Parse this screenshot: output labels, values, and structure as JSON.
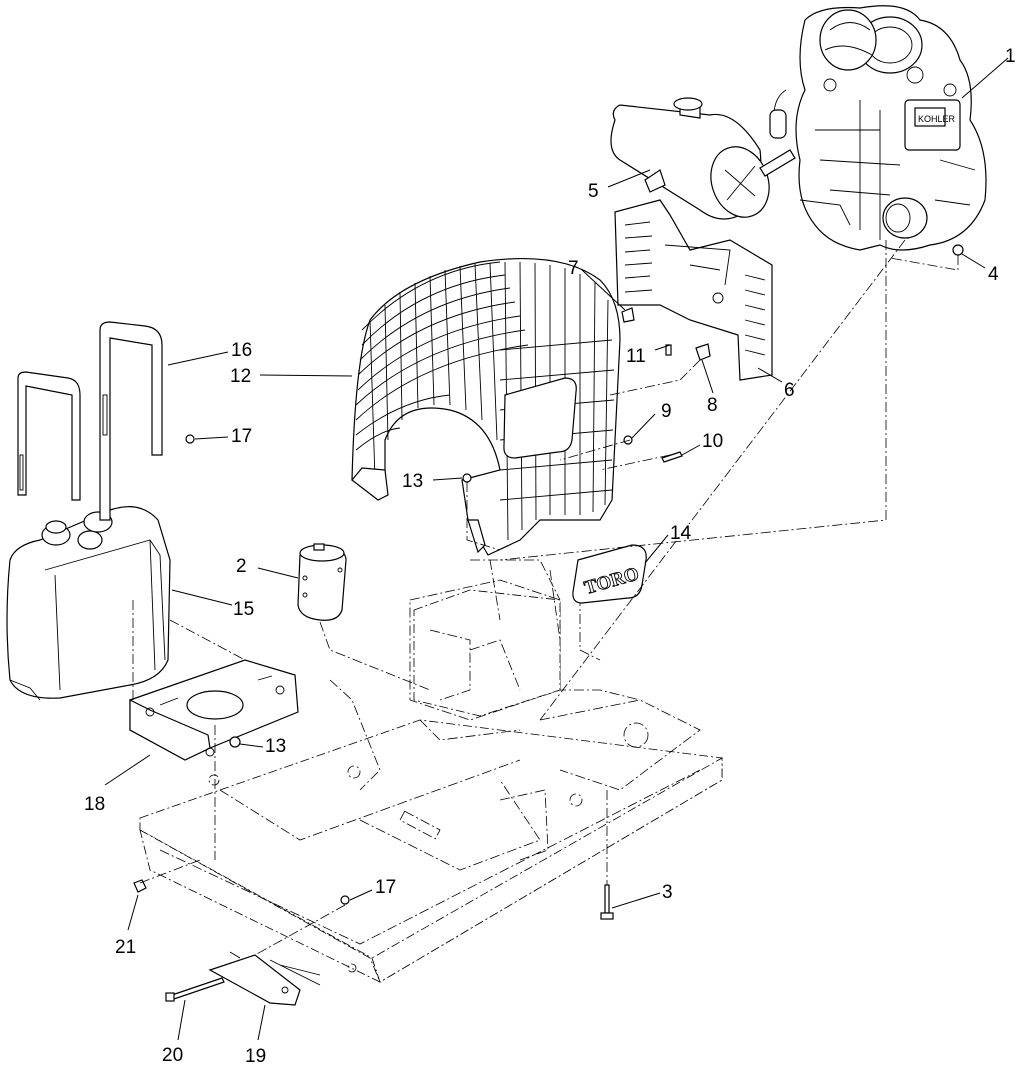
{
  "callouts": [
    {
      "id": "1",
      "label": "1"
    },
    {
      "id": "2",
      "label": "2"
    },
    {
      "id": "3",
      "label": "3"
    },
    {
      "id": "4",
      "label": "4"
    },
    {
      "id": "5",
      "label": "5"
    },
    {
      "id": "6",
      "label": "6"
    },
    {
      "id": "7",
      "label": "7"
    },
    {
      "id": "8",
      "label": "8"
    },
    {
      "id": "9",
      "label": "9"
    },
    {
      "id": "10",
      "label": "10"
    },
    {
      "id": "11",
      "label": "11"
    },
    {
      "id": "12",
      "label": "12"
    },
    {
      "id": "13a",
      "label": "13"
    },
    {
      "id": "13b",
      "label": "13"
    },
    {
      "id": "14",
      "label": "14"
    },
    {
      "id": "15",
      "label": "15"
    },
    {
      "id": "16",
      "label": "16"
    },
    {
      "id": "17a",
      "label": "17"
    },
    {
      "id": "17b",
      "label": "17"
    },
    {
      "id": "18",
      "label": "18"
    },
    {
      "id": "19",
      "label": "19"
    },
    {
      "id": "20",
      "label": "20"
    },
    {
      "id": "21",
      "label": "21"
    }
  ],
  "decal_text": "TORO"
}
